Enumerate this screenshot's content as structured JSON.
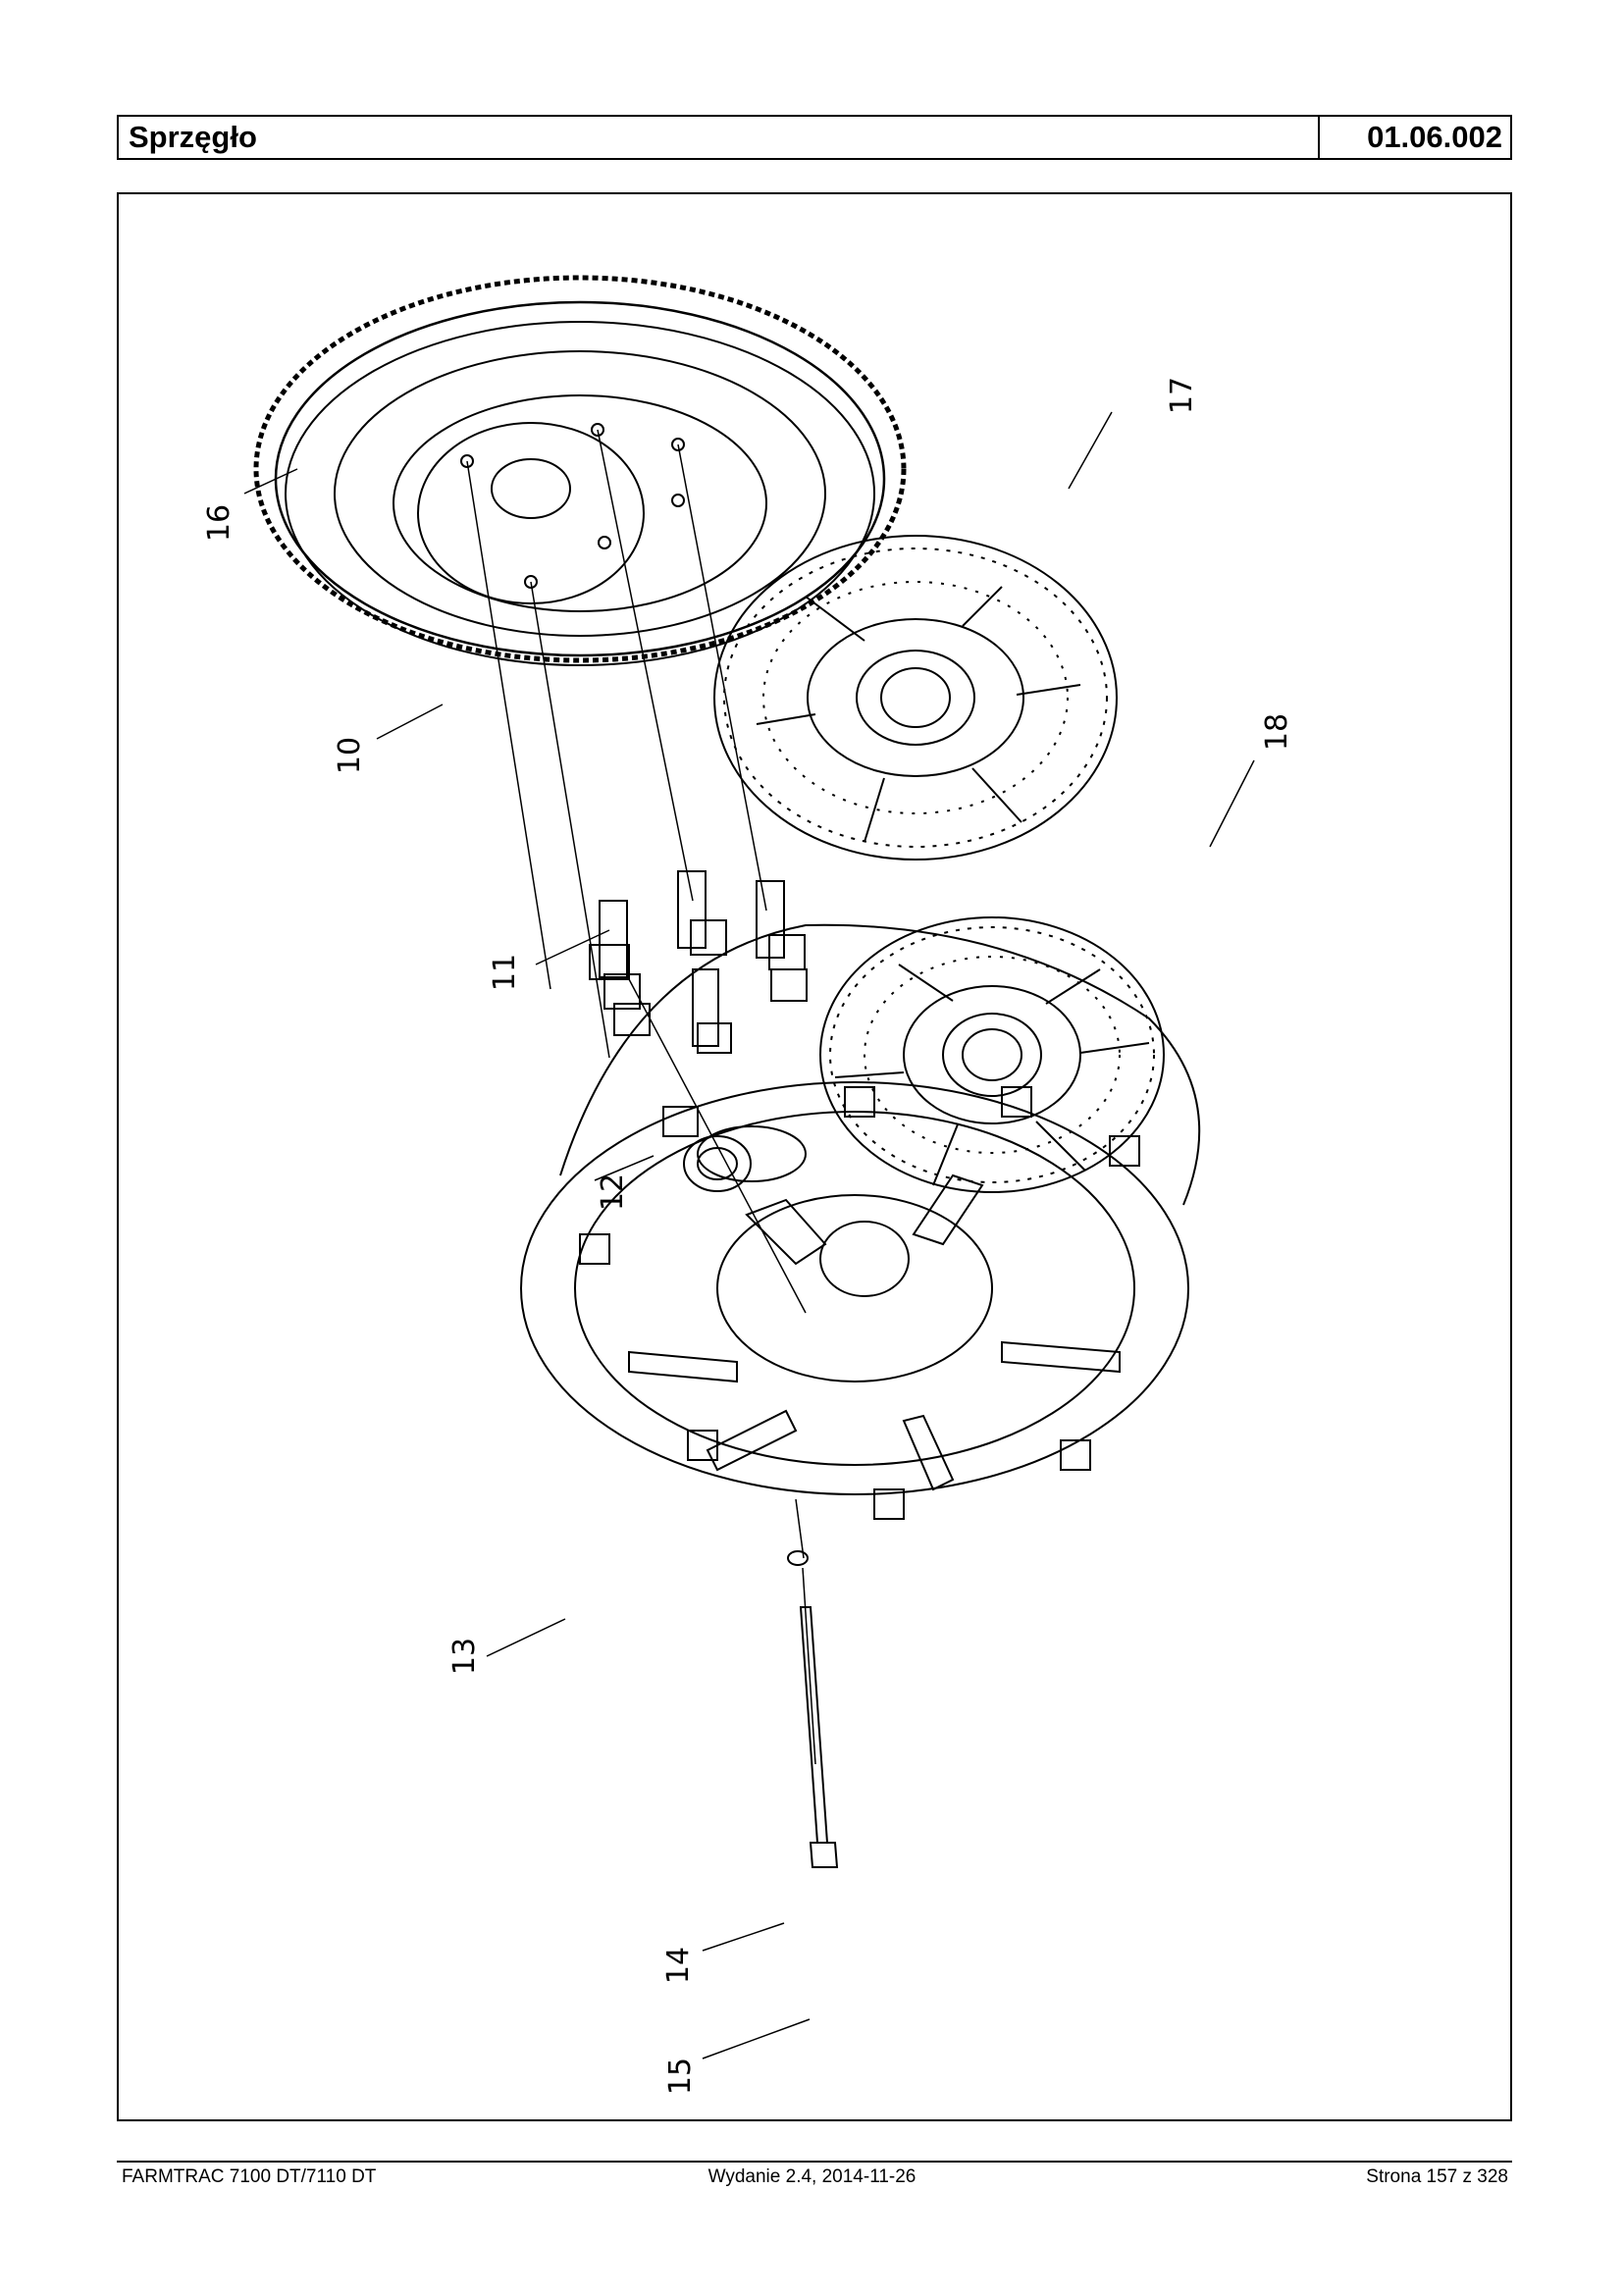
{
  "header": {
    "title": "Sprzęgło",
    "code": "01.06.002"
  },
  "diagram": {
    "callouts": [
      "16",
      "17",
      "10",
      "18",
      "11",
      "12",
      "13",
      "14",
      "15"
    ]
  },
  "footer": {
    "left": "FARMTRAC 7100 DT/7110 DT",
    "center": "Wydanie 2.4,  2014-11-26",
    "right": "Strona 157 z 328"
  }
}
